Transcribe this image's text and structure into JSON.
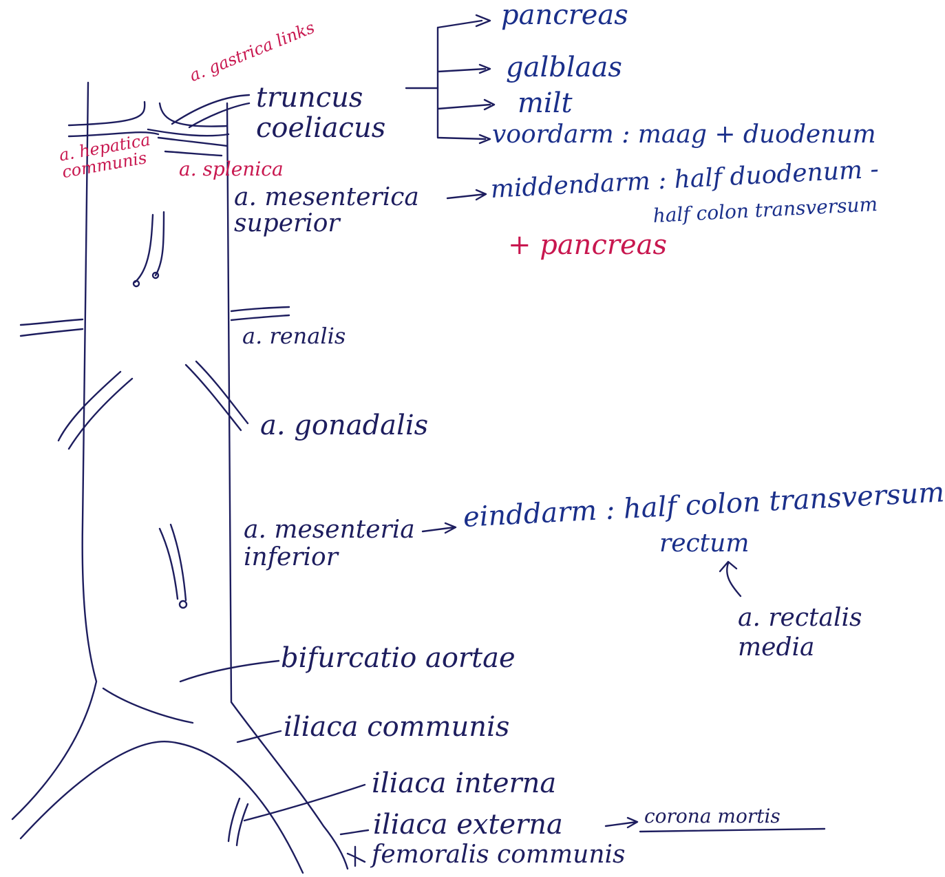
{
  "labels": {
    "truncus_coeliacus": "truncus\ncoeliacus",
    "pancreas_top": "pancreas",
    "galblaas": "galblaas",
    "milt": "milt",
    "voordarm": "voordarm : maag + duodenum",
    "a_gastrica": "a. gastrica links",
    "a_hepatica": "a. hepatica\ncommunis",
    "a_splenica": "a. splenica",
    "mesenterica_superior": "a. mesenterica\nsuperior",
    "middendarm_1": "middendarm : half duodenum -",
    "middendarm_2": "half colon transversum",
    "pancreas_plus": "+ pancreas",
    "renalis": "a. renalis",
    "gonadalis": "a. gonadalis",
    "mesenterica_inferior": "a. mesenteria\ninferior",
    "einddarm_1": "einddarm : half colon transversum -",
    "einddarm_2": "rectum",
    "rectalis_media": "a. rectalis\nmedia",
    "bifurcatio": "bifurcatio aortae",
    "iliaca_communis": "iliaca communis",
    "iliaca_interna": "iliaca interna",
    "iliaca_externa": "iliaca externa",
    "corona_mortis": "corona mortis",
    "femoralis": "femoralis communis"
  },
  "colors": {
    "ink_dark": "#1d1d5e",
    "ink_blue": "#1a2f8a",
    "ink_pink": "#c8174f"
  }
}
